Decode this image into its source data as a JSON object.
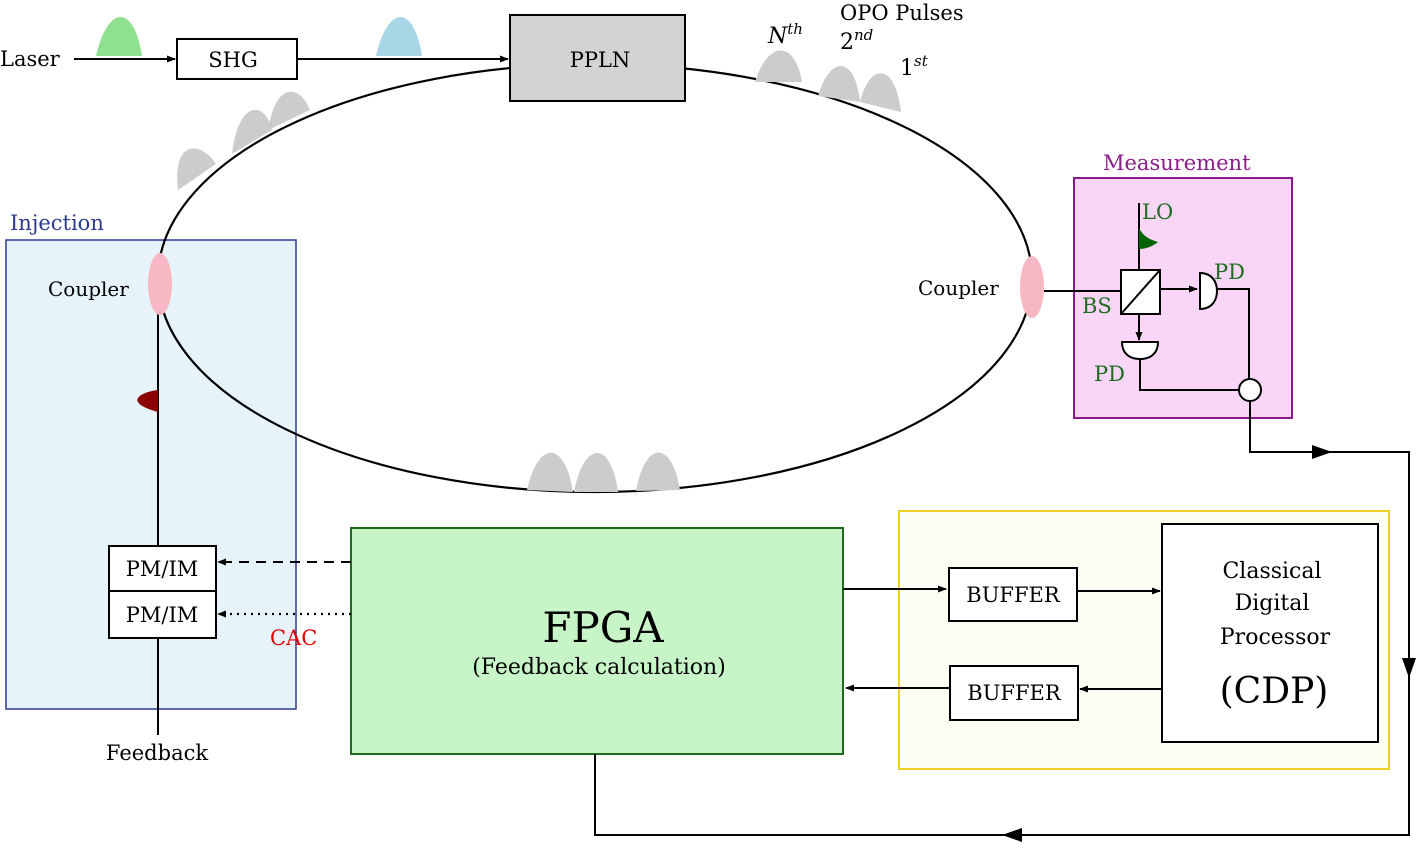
{
  "labels": {
    "laser": "Laser",
    "shg": "SHG",
    "ppln": "PPLN",
    "nth": "N",
    "nth_sup": "th",
    "second": "2",
    "second_sup": "nd",
    "first": "1",
    "first_sup": "st",
    "opo_pulses": "OPO Pulses",
    "injection": "Injection",
    "coupler_left": "Coupler",
    "coupler_right": "Coupler",
    "measurement": "Measurement",
    "lo": "LO",
    "bs": "BS",
    "pd_right": "PD",
    "pd_bottom": "PD",
    "pmim_top": "PM/IM",
    "pmim_bottom": "PM/IM",
    "cac": "CAC",
    "feedback": "Feedback",
    "fpga": "FPGA",
    "fpga_sub": "(Feedback calculation)",
    "buffer_top": "BUFFER",
    "buffer_bottom": "BUFFER",
    "cdp_line1": "Classical",
    "cdp_line2": "Digital",
    "cdp_line3": "Processor",
    "cdp_abbr": "(CDP)"
  },
  "colors": {
    "laser_pulse": "#8fe08f",
    "shg_pulse": "#a8d6e6",
    "opo_pulse": "#cccccc",
    "injection_pulse": "#8b0000",
    "lo_pulse": "#006400",
    "coupler": "#f7b8c4",
    "injection_bg": "#e6f3fa",
    "injection_border": "#2b3b8f",
    "measurement_bg": "#f9d6f7",
    "measurement_border": "#8b1a8b",
    "fpga_bg": "#c8f5c8",
    "fpga_border": "#1e6b1e",
    "cdp_region_bg": "#fdfdf3",
    "cdp_region_border": "#f0d020",
    "ppln_bg": "#d3d3d3",
    "green_text": "#1e6b1e",
    "cac_text": "#e00000"
  }
}
